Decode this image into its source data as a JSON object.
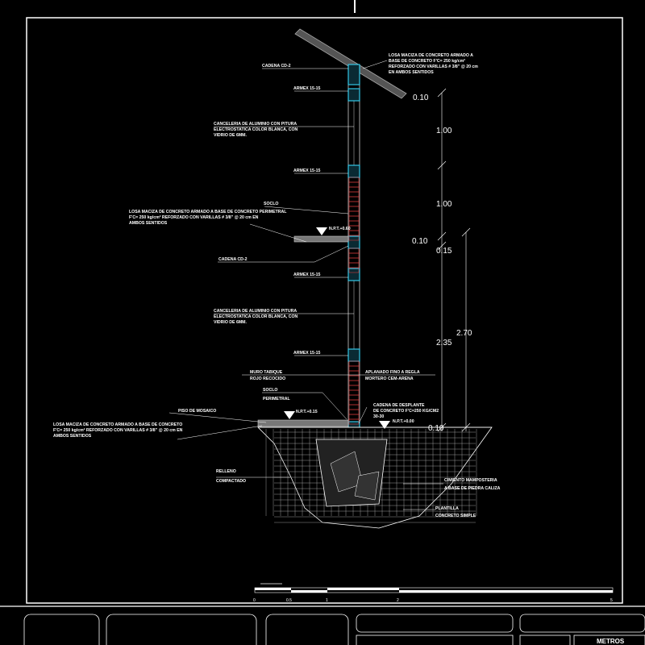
{
  "colors": {
    "background": "#000000",
    "lines": "#ffffff",
    "concrete_elements": "#33c6e6",
    "brick": "#d23a3a",
    "slab": "#8a8a8a"
  },
  "labels": {
    "cadena_top": "CADENA CD-2",
    "losa_top": [
      "LOSA MACIZA DE CONCRETO ARMADO A",
      "BASE DE CONCRETO F'C= 250 kg/cm²",
      "REFORZADO CON VARILLAS # 3/8\" @ 20 cm",
      "EN AMBOS SENTIDOS"
    ],
    "armex_1": "ARMEX 15-15",
    "canceleria_1": [
      "CANCELERIA DE ALUMINIO CON PITURA",
      "ELECTROSTATICA COLOR BLANCA, CON",
      "VIDRIO DE 6MM."
    ],
    "armex_2": "ARMEX 15-15",
    "soclo_1": "SOCLO",
    "losa_mid": [
      "LOSA MACIZA DE CONCRETO ARMADO A BASE DE CONCRETO PERIMETRAL",
      "F'C= 250 kg/cm² REFORZADO CON VARILLAS # 3/8\" @ 20 cm EN",
      "AMBOS SENTIDOS"
    ],
    "npt_mid": "N.P.T.+0.60",
    "cadena_mid": "CADENA CD-2",
    "armex_3": "ARMEX 15-15",
    "canceleria_2": [
      "CANCELERIA DE ALUMINIO CON PITURA",
      "ELECTROSTATICA COLOR BLANCA, CON",
      "VIDRIO DE 6MM."
    ],
    "armex_4": "ARMEX 15-15",
    "muro": [
      "MURO TABIQUE",
      "ROJO RECOCIDO"
    ],
    "aplanado": [
      "APLANADO FINO A REGLA",
      "MORTERO CEM-ARENA"
    ],
    "soclo_2": [
      "SOCLO",
      "PERIMETRAL"
    ],
    "piso": "PISO DE MOSAICO",
    "npt_floor": "N.P.T.+0.15",
    "cadena_desplante": [
      "CADENA DE DESPLANTE",
      "DE CONCRETO F'C=250 KG/CM2",
      "30-30"
    ],
    "npt_ground": "N.P.T.+0.00",
    "losa_bottom": [
      "LOSA MACIZA DE CONCRETO ARMADO A BASE DE CONCRETO",
      "F'C= 250 kg/cm² REFORZADO CON VARILLAS # 3/8\" @ 20 cm EN",
      "AMBOS SENTIDOS"
    ],
    "relleno": [
      "RELLENO",
      "COMPACTADO"
    ],
    "cimiento": [
      "CIMIENTO MAMPOSTERIA",
      "A BASE DE PIEDRA CALIZA"
    ],
    "plantilla": [
      "PLANTILLA",
      "CONCRETO SIMPLE"
    ]
  },
  "dimensions": {
    "d1": "0.10",
    "d2": "1.00",
    "d3": "1.00",
    "d4": "0.10",
    "d5": "0.15",
    "d6": "2.35",
    "d7": "2.70",
    "d8": "0.10"
  },
  "scale_bar": {
    "ticks": [
      "0",
      "0.5",
      "1",
      "2",
      "5"
    ]
  },
  "title_block": {
    "units": "METROS"
  }
}
